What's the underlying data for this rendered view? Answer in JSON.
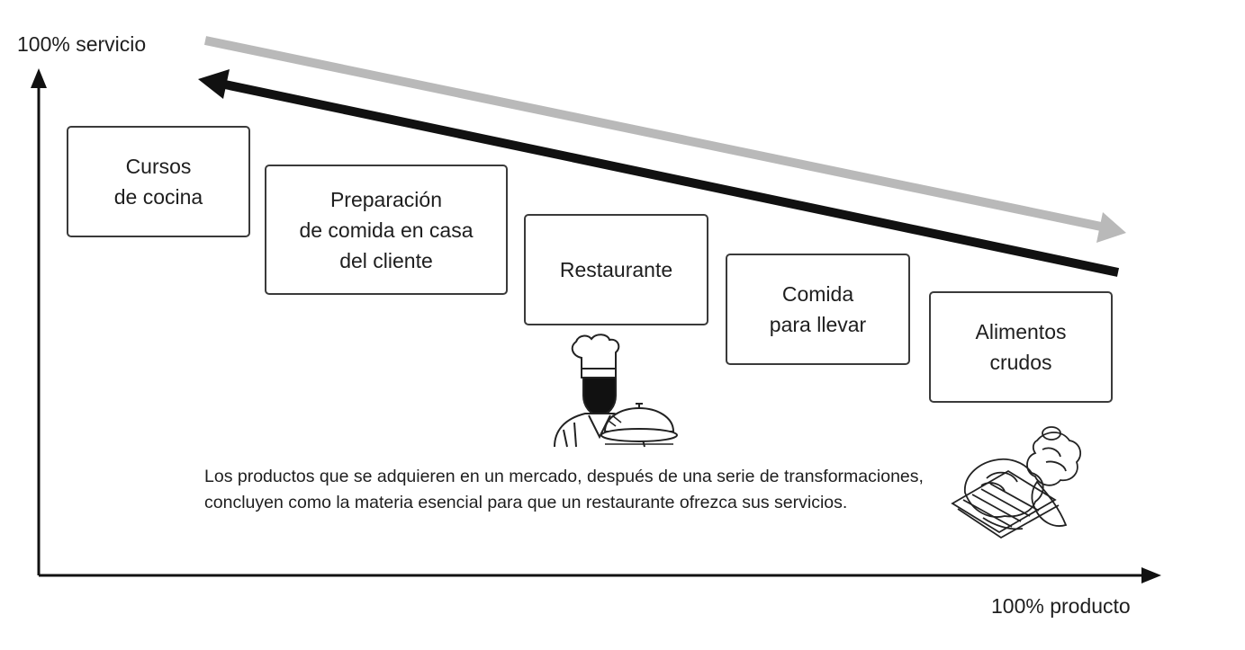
{
  "axes": {
    "y_label": "100% servicio",
    "x_label": "100% producto"
  },
  "boxes": [
    {
      "id": "cursos",
      "label": "Cursos\nde cocina"
    },
    {
      "id": "preparacion",
      "label": "Preparación\nde comida en casa\ndel cliente"
    },
    {
      "id": "restaurante",
      "label": "Restaurante"
    },
    {
      "id": "comida",
      "label": "Comida\npara llevar"
    },
    {
      "id": "alimentos",
      "label": "Alimentos\ncrudos"
    }
  ],
  "caption": "Los productos que se adquieren en un mercado, después de una serie de transformaciones, concluyen como la materia esencial para que un restaurante ofrezca sus servicios.",
  "colors": {
    "gray_arrow": "#b9b9b9",
    "black_arrow": "#111111",
    "axis": "#111111",
    "box_border": "#3a3a3a"
  },
  "illustrations": {
    "chef": "chef-with-cloche-icon",
    "produce": "raw-food-basket-icon"
  }
}
